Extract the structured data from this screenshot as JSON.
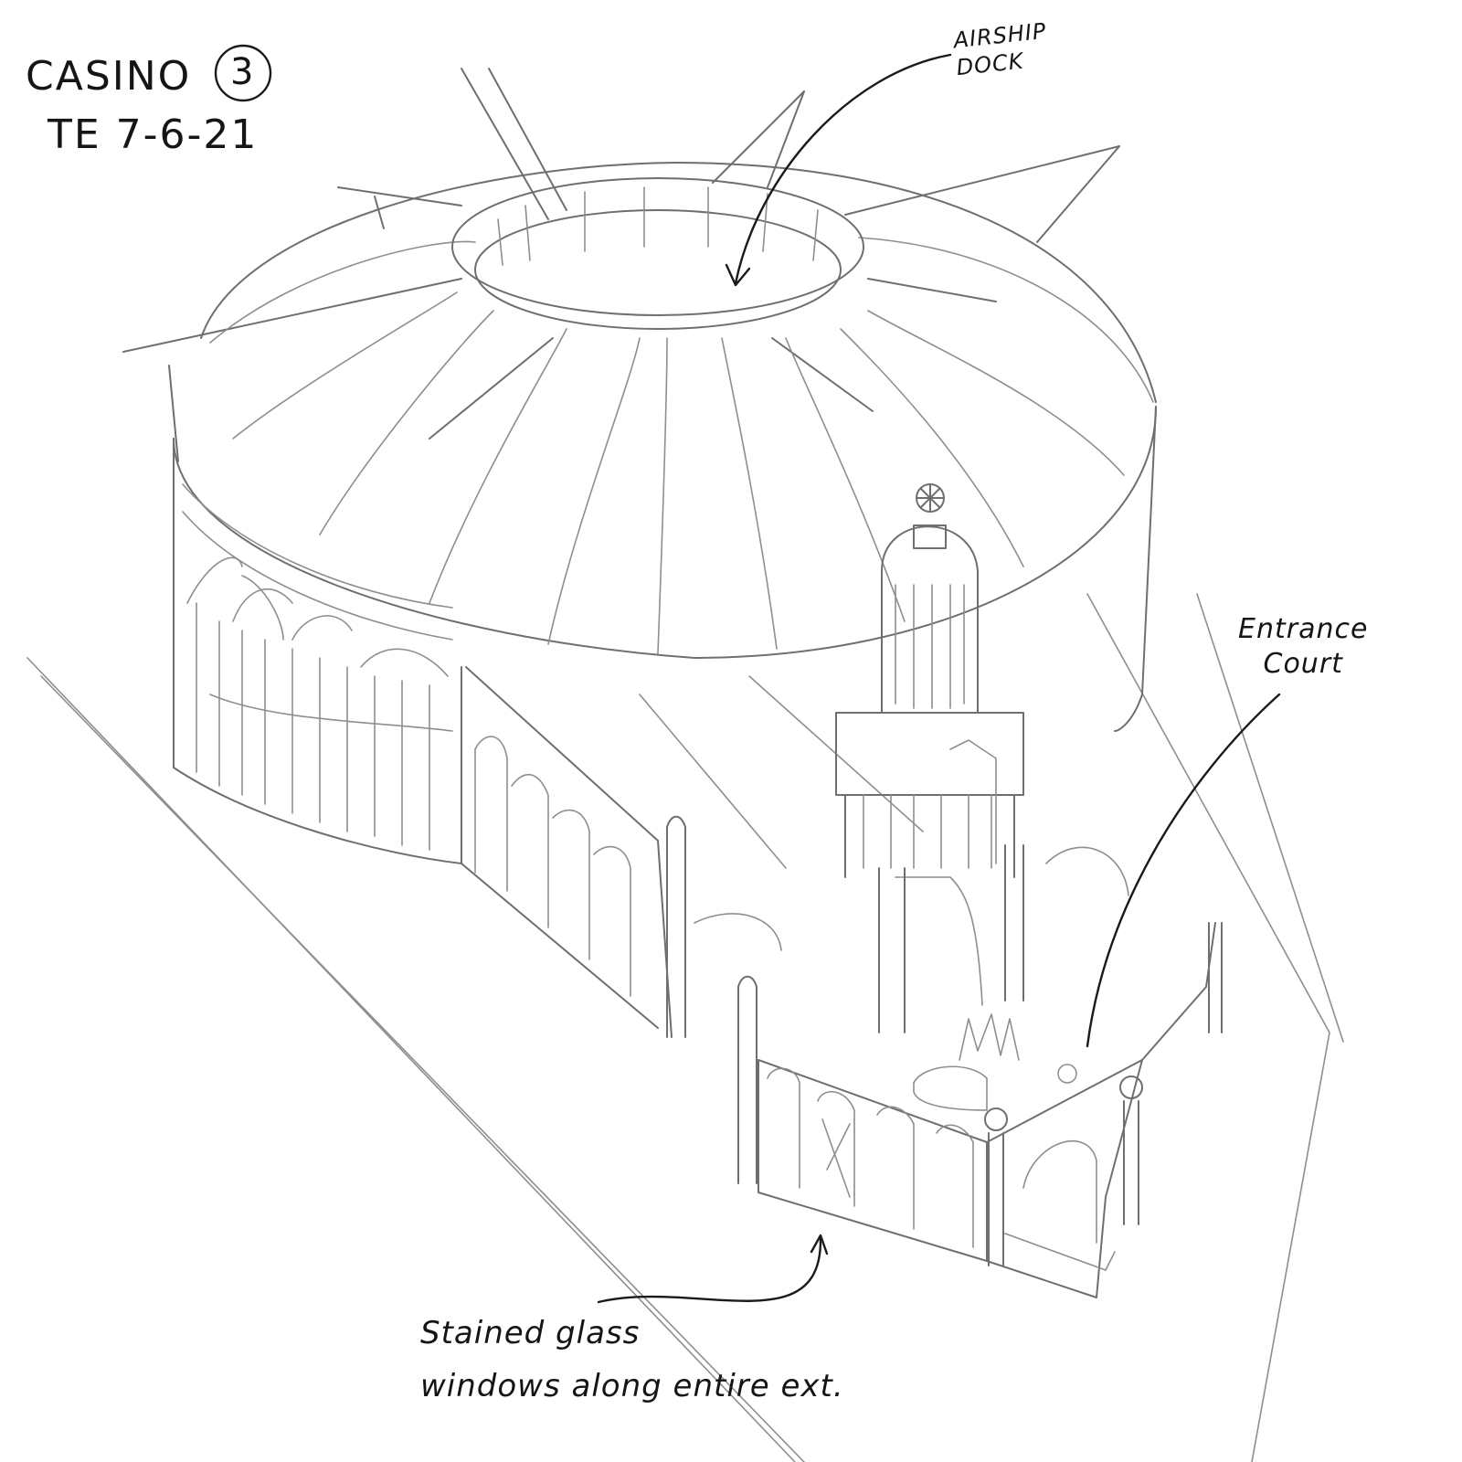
{
  "title": {
    "line1": "CASINO",
    "badge": "3",
    "line2": "TE 7-6-21"
  },
  "annotations": {
    "airship_dock": [
      "AIRSHIP",
      "DOCK"
    ],
    "entrance_court": [
      "Entrance",
      "Court"
    ],
    "stained_glass": [
      "Stained glass",
      "windows along entire ext."
    ]
  }
}
